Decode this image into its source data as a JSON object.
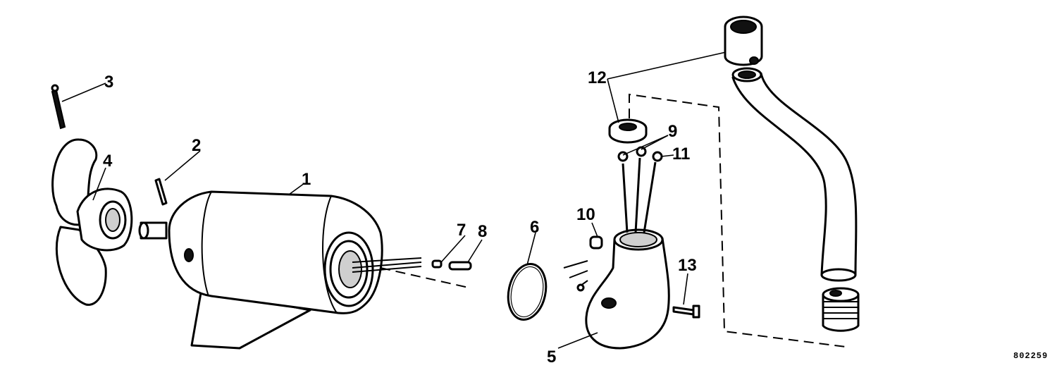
{
  "diagram": {
    "callouts": {
      "motor": "1",
      "drive_pin": "2",
      "cotter_pin": "3",
      "propeller": "4",
      "motor_housing": "5",
      "o_ring": "6",
      "spacer_short": "7",
      "spacer_long": "8",
      "terminals": "9",
      "plug": "10",
      "terminal_11": "11",
      "grommet": "12",
      "screw": "13"
    },
    "drawing_number": "802259"
  }
}
